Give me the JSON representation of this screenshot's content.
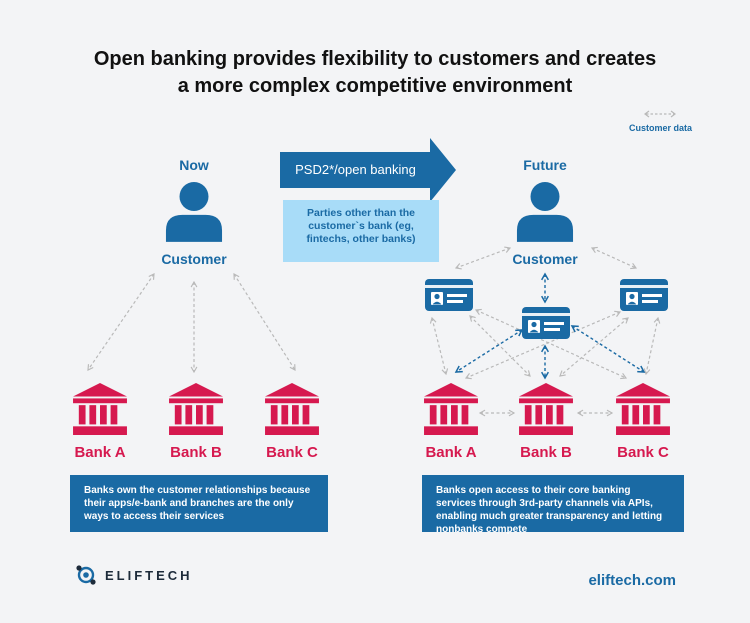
{
  "title": {
    "line1": "Open banking provides flexibility to customers and creates",
    "line2": "a more complex competitive environment"
  },
  "legend": {
    "label": "Customer data"
  },
  "now": {
    "heading": "Now",
    "customer_label": "Customer",
    "banks": [
      "Bank A",
      "Bank B",
      "Bank C"
    ],
    "description": "Banks own the customer relationships because their apps/e-bank and branches are the only ways to access their services"
  },
  "transition": {
    "arrow_label": "PSD2*/open banking",
    "bubble": "Parties other than the customer`s bank (eg, fintechs, other banks)"
  },
  "future": {
    "heading": "Future",
    "customer_label": "Customer",
    "banks": [
      "Bank A",
      "Bank B",
      "Bank C"
    ],
    "description": "Banks open access to their core banking services through 3rd-party channels via APIs, enabling much greater transparency and letting nonbanks compete"
  },
  "footer": {
    "logo_text": "ELIFTECH",
    "website": "eliftech.com"
  },
  "colors": {
    "primary_blue": "#1a6aa4",
    "bank_red": "#d6194f",
    "light_blue": "#a8dcf8",
    "background": "#f3f4f6",
    "connector_gray": "#b9b9b9"
  },
  "icons": {
    "customer": "person-icon",
    "bank": "bank-building-icon",
    "third_party": "id-card-icon",
    "logo": "eliftech-logo-icon"
  }
}
